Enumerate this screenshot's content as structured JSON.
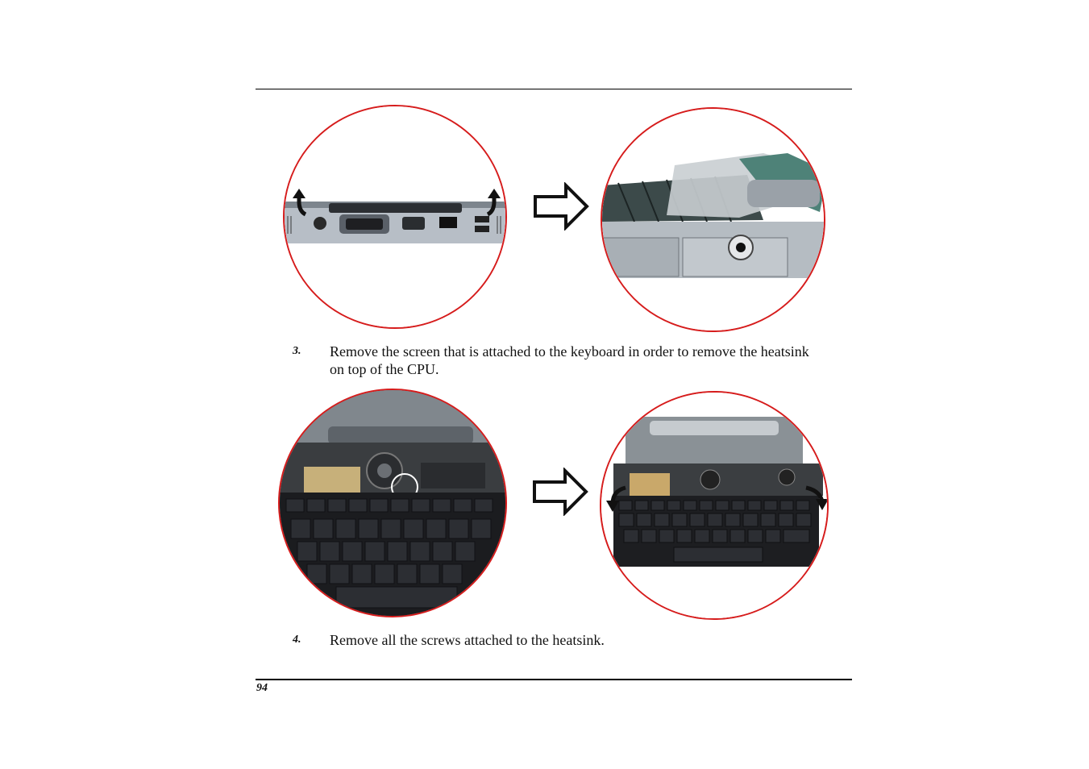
{
  "steps": [
    {
      "number": "3.",
      "text": "Remove the screen that is attached to the keyboard in order to remove the heatsink on top of the CPU."
    },
    {
      "number": "4.",
      "text": "Remove all the screws attached to the heatsink."
    }
  ],
  "page_number": "94",
  "colors": {
    "circle_border": "#d61c1c",
    "rule": "#000000"
  },
  "icons": [
    "hollow-right-arrow-icon",
    "curved-up-arrow-icon",
    "curved-down-arrow-icon"
  ]
}
